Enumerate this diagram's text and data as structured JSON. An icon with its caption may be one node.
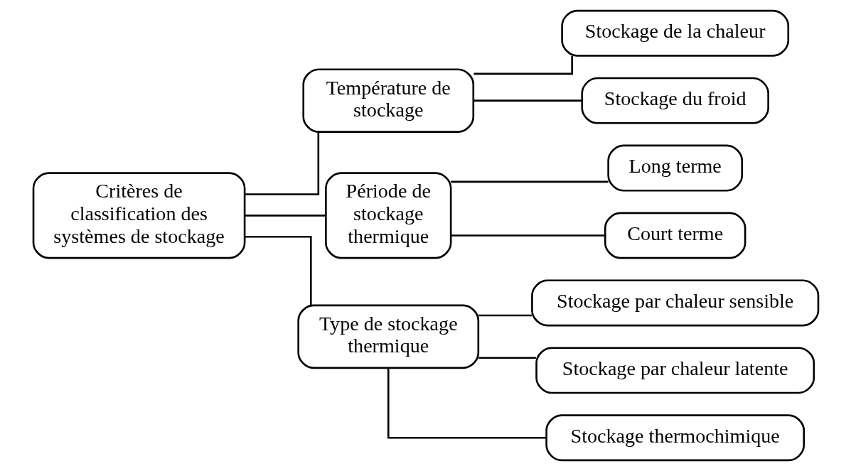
{
  "diagram": {
    "nodes": [
      {
        "text": [
          "Critères de classification des systèmes de stockage"
        ]
      },
      {
        "text": [
          "Température de stockage"
        ]
      },
      {
        "text": [
          "Période de stockage thermique"
        ]
      },
      {
        "text": [
          "Type de stockage thermique"
        ]
      },
      {
        "text": [
          "Stockage de la chaleur"
        ]
      },
      {
        "text": [
          "Stockage du froid"
        ]
      },
      {
        "text": [
          "Long terme"
        ]
      },
      {
        "text": [
          "Court terme"
        ]
      },
      {
        "text": [
          "Stockage par chaleur sensible"
        ]
      },
      {
        "text": [
          "Stockage par chaleur latente"
        ]
      },
      {
        "text": [
          "Stockage thermochimique"
        ]
      }
    ],
    "edges": [
      {
        "from": 0,
        "to": 1,
        "arrow": "none"
      },
      {
        "from": 0,
        "to": 2,
        "arrow": "none"
      },
      {
        "from": 0,
        "to": 3,
        "arrow": "none"
      },
      {
        "from": 1,
        "to": 4,
        "arrow": "none"
      },
      {
        "from": 1,
        "to": 5,
        "arrow": "none"
      },
      {
        "from": 2,
        "to": 6,
        "arrow": "none"
      },
      {
        "from": 2,
        "to": 7,
        "arrow": "none"
      },
      {
        "from": 3,
        "to": 8,
        "arrow": "none"
      },
      {
        "from": 3,
        "to": 9,
        "arrow": "none"
      },
      {
        "from": 3,
        "to": 10,
        "arrow": "none"
      }
    ]
  }
}
